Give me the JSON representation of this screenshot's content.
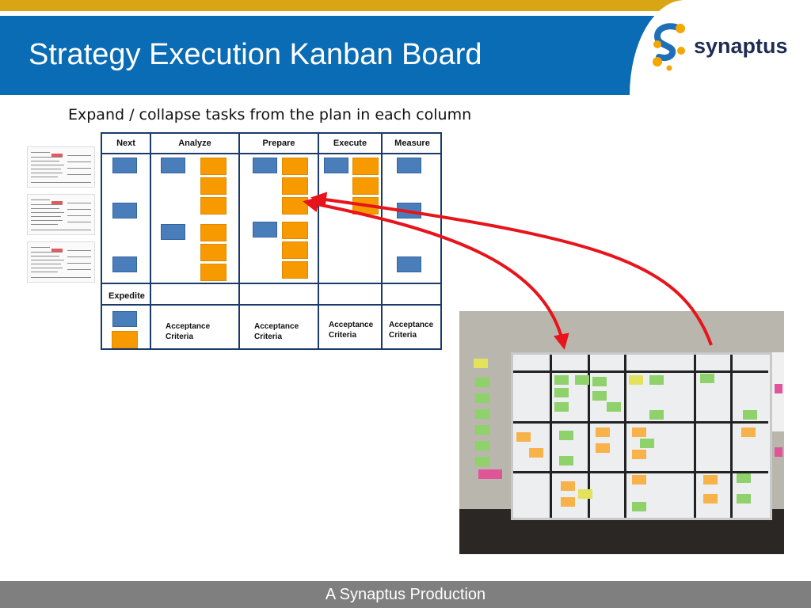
{
  "header": {
    "title": "Strategy Execution Kanban Board",
    "logo_text": "synaptus"
  },
  "main": {
    "subtitle": "Expand / collapse tasks from the plan in each column"
  },
  "board": {
    "columns": [
      {
        "label": "Next"
      },
      {
        "label": "Analyze"
      },
      {
        "label": "Prepare"
      },
      {
        "label": "Execute"
      },
      {
        "label": "Measure"
      }
    ],
    "expedite_label": "Expedite",
    "acceptance": [
      {
        "line1": "Acceptance",
        "line2": "Criteria"
      },
      {
        "line1": "Acceptance",
        "line2": "Criteria"
      },
      {
        "line1": "Acceptance",
        "line2": "Criteria"
      },
      {
        "line1": "Acceptance",
        "line2": "Criteria"
      }
    ]
  },
  "colors": {
    "title_bar": "#0a6cb4",
    "top_stripe": "#d9a514",
    "task_blue": "#4a7ebb",
    "task_orange": "#f79a00",
    "arrow": "#e8141b",
    "footer": "#7f7f7f"
  },
  "footer": {
    "text": "A Synaptus Production"
  }
}
